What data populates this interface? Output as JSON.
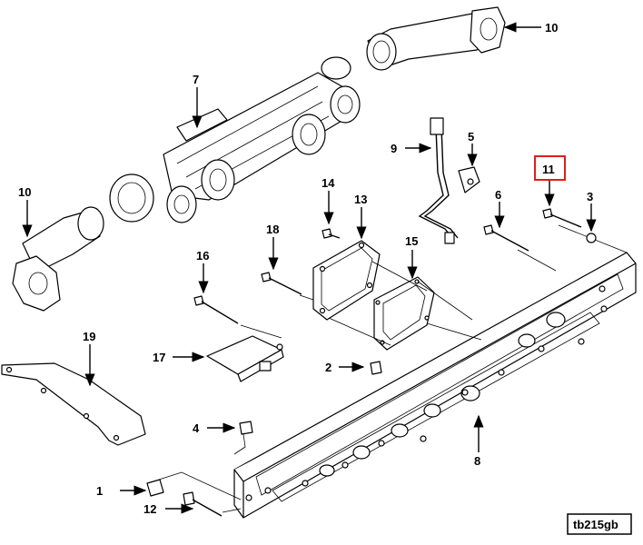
{
  "diagram": {
    "reference_code": "tb215gb",
    "highlighted_callout": "11",
    "callouts": [
      {
        "id": "c1",
        "label": "1"
      },
      {
        "id": "c2",
        "label": "2"
      },
      {
        "id": "c3",
        "label": "3"
      },
      {
        "id": "c4",
        "label": "4"
      },
      {
        "id": "c5",
        "label": "5"
      },
      {
        "id": "c6",
        "label": "6"
      },
      {
        "id": "c7",
        "label": "7"
      },
      {
        "id": "c8",
        "label": "8"
      },
      {
        "id": "c9",
        "label": "9"
      },
      {
        "id": "c10a",
        "label": "10"
      },
      {
        "id": "c10b",
        "label": "10"
      },
      {
        "id": "c11",
        "label": "11"
      },
      {
        "id": "c12",
        "label": "12"
      },
      {
        "id": "c13",
        "label": "13"
      },
      {
        "id": "c14",
        "label": "14"
      },
      {
        "id": "c15",
        "label": "15"
      },
      {
        "id": "c16",
        "label": "16"
      },
      {
        "id": "c17",
        "label": "17"
      },
      {
        "id": "c18",
        "label": "18"
      },
      {
        "id": "c19",
        "label": "19"
      }
    ],
    "colors": {
      "highlight": "#e21c1c",
      "ink": "#000000",
      "background": "#ffffff"
    }
  }
}
